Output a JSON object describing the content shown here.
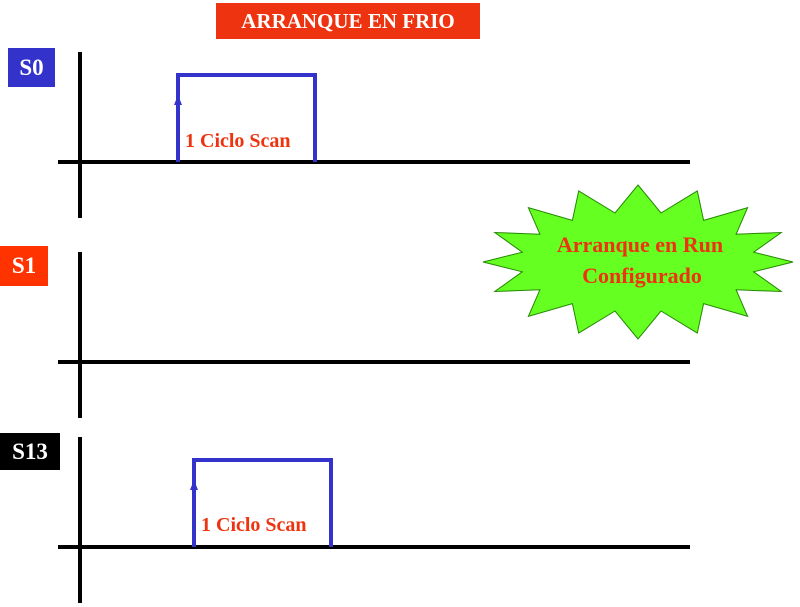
{
  "title": "ARRANQUE EN FRIO",
  "signals": [
    {
      "label": "S0",
      "pulse_text": "1 Ciclo Scan"
    },
    {
      "label": "S1"
    },
    {
      "label": "S13",
      "pulse_text": "1 Ciclo Scan"
    }
  ],
  "callout": {
    "line1": "Arranque en Run",
    "line2": "Configurado"
  },
  "colors": {
    "title_bg": "#ee3311",
    "s0_bg": "#3333cc",
    "s1_bg": "#ff3300",
    "s13_bg": "#000000",
    "pulse": "#3333cc",
    "text_accent": "#ee3311",
    "star_fill": "#66ff22"
  }
}
